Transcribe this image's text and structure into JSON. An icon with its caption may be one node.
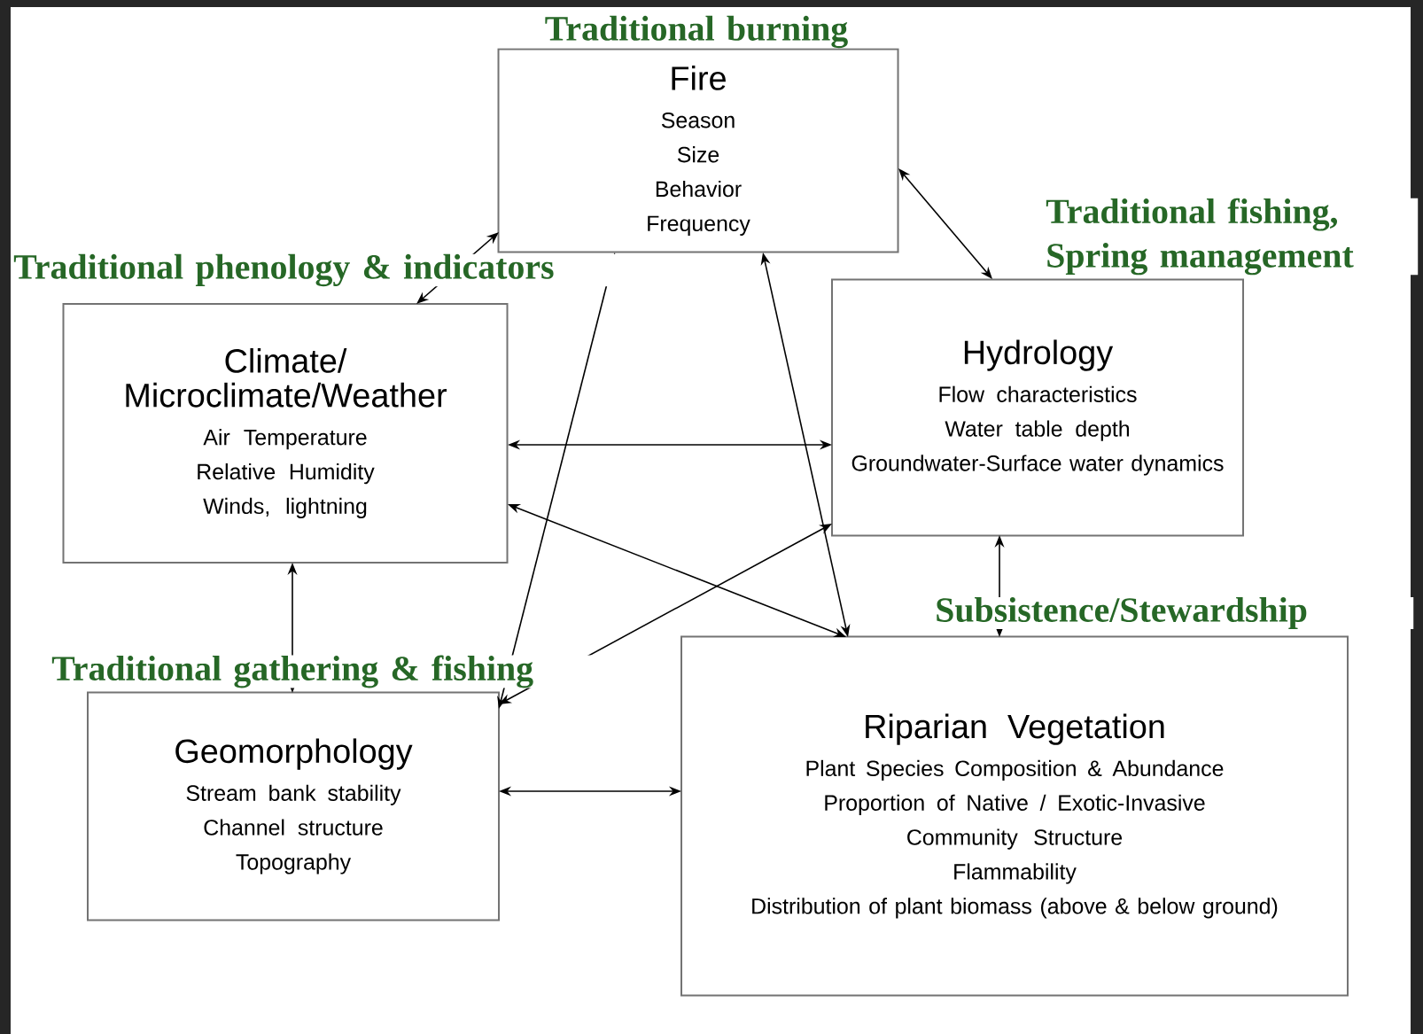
{
  "diagram": {
    "nodes": [
      {
        "text": [
          "Fire",
          "Season",
          "Size",
          "Behavior",
          "Frequency"
        ],
        "beside": [
          "Traditional burning"
        ]
      },
      {
        "text": [
          "Climate/ Microclimate/Weather",
          "Air Temperature",
          "Relative Humidity",
          "Winds, lightning"
        ],
        "beside": [
          "Traditional phenology & indicators"
        ]
      },
      {
        "text": [
          "Hydrology",
          "Flow characteristics",
          "Water table depth",
          "Groundwater-Surface water dynamics"
        ],
        "beside": [
          "Traditional fishing, Spring management"
        ]
      },
      {
        "text": [
          "Geomorphology",
          "Stream bank stability",
          "Channel structure",
          "Topography"
        ],
        "beside": [
          "Traditional gathering & fishing"
        ]
      },
      {
        "text": [
          "Riparian Vegetation",
          "Plant Species Composition & Abundance",
          "Proportion of Native / Exotic-Invasive",
          "Community Structure",
          "Flammability",
          "Distribution of plant biomass (above & below ground)"
        ],
        "beside": [
          "Subsistence/Stewardship"
        ]
      }
    ],
    "edges": [
      {
        "from": 1,
        "to": 0,
        "arrow": "both"
      },
      {
        "from": 0,
        "to": 2,
        "arrow": "both"
      },
      {
        "from": 0,
        "to": 3,
        "arrow": "both"
      },
      {
        "from": 0,
        "to": 4,
        "arrow": "both"
      },
      {
        "from": 1,
        "to": 2,
        "arrow": "both"
      },
      {
        "from": 1,
        "to": 4,
        "arrow": "both"
      },
      {
        "from": 2,
        "to": 3,
        "arrow": "both"
      },
      {
        "from": 1,
        "to": 3,
        "arrow": "both"
      },
      {
        "from": 2,
        "to": 4,
        "arrow": "both"
      },
      {
        "from": 3,
        "to": 4,
        "arrow": "both"
      }
    ]
  }
}
